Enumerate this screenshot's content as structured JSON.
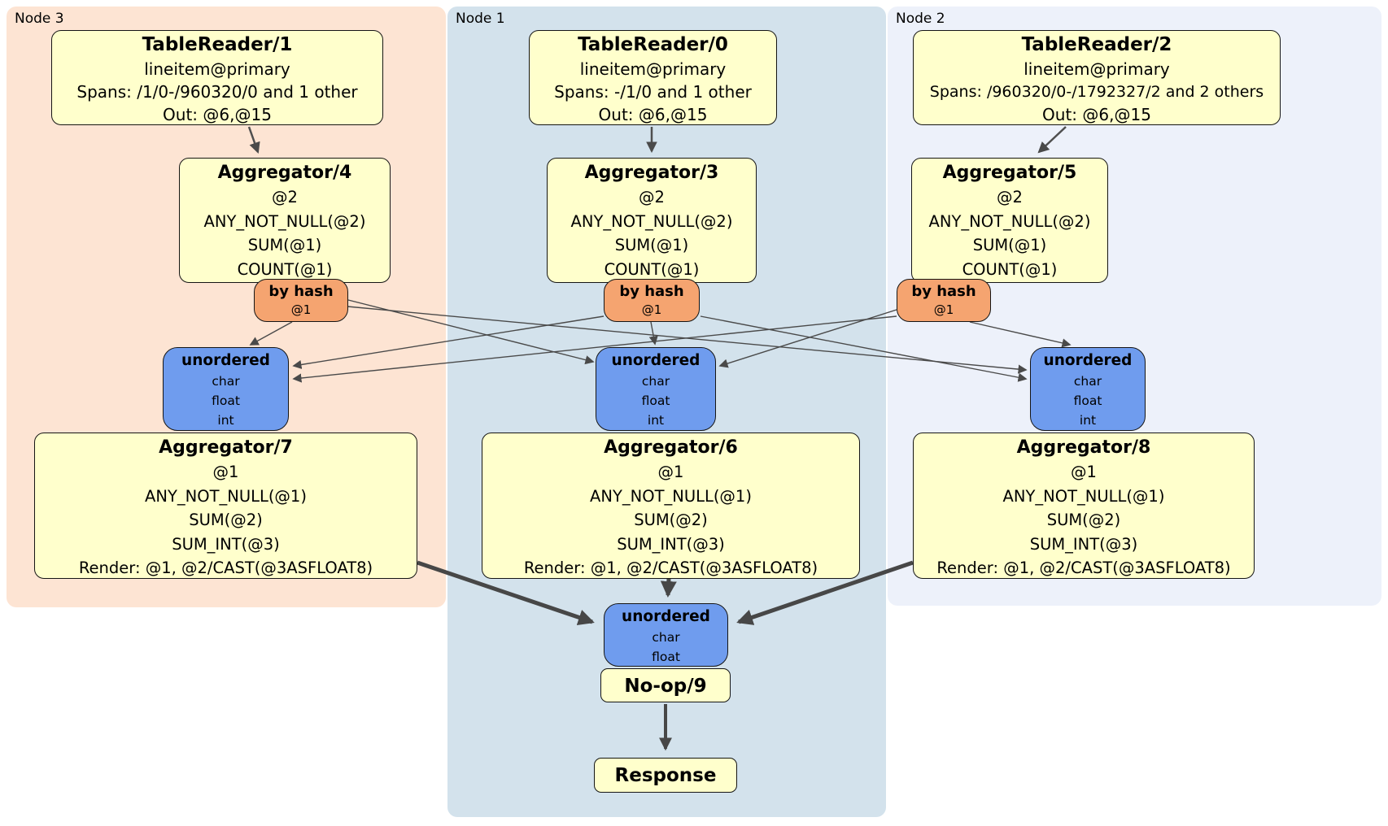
{
  "colors": {
    "node3_panel": "#fde4d3",
    "node1_panel": "#d3e2ec",
    "node2_panel": "#edf1fa",
    "processor_box": "#ffffcc",
    "router_box": "#f5a470",
    "sync_box": "#6f9cee",
    "edge": "#4a4a4a",
    "text": "#000000"
  },
  "panels": [
    {
      "label": "Node 3"
    },
    {
      "label": "Node 1"
    },
    {
      "label": "Node 2"
    }
  ],
  "nodes": {
    "tablereader1": {
      "title": "TableReader/1",
      "lines": [
        "lineitem@primary",
        "Spans: /1/0-/960320/0 and 1 other",
        "Out: @6,@15"
      ]
    },
    "tablereader0": {
      "title": "TableReader/0",
      "lines": [
        "lineitem@primary",
        "Spans: -/1/0 and 1 other",
        "Out: @6,@15"
      ]
    },
    "tablereader2": {
      "title": "TableReader/2",
      "lines": [
        "lineitem@primary",
        "Spans: /960320/0-/1792327/2 and 2 others",
        "Out: @6,@15"
      ]
    },
    "aggregator4": {
      "title": "Aggregator/4",
      "lines": [
        "@2",
        "ANY_NOT_NULL(@2)",
        "SUM(@1)",
        "COUNT(@1)"
      ]
    },
    "aggregator3": {
      "title": "Aggregator/3",
      "lines": [
        "@2",
        "ANY_NOT_NULL(@2)",
        "SUM(@1)",
        "COUNT(@1)"
      ]
    },
    "aggregator5": {
      "title": "Aggregator/5",
      "lines": [
        "@2",
        "ANY_NOT_NULL(@2)",
        "SUM(@1)",
        "COUNT(@1)"
      ]
    },
    "aggregator7": {
      "title": "Aggregator/7",
      "lines": [
        "@1",
        "ANY_NOT_NULL(@1)",
        "SUM(@2)",
        "SUM_INT(@3)",
        "Render: @1, @2/CAST(@3ASFLOAT8)"
      ]
    },
    "aggregator6": {
      "title": "Aggregator/6",
      "lines": [
        "@1",
        "ANY_NOT_NULL(@1)",
        "SUM(@2)",
        "SUM_INT(@3)",
        "Render: @1, @2/CAST(@3ASFLOAT8)"
      ]
    },
    "aggregator8": {
      "title": "Aggregator/8",
      "lines": [
        "@1",
        "ANY_NOT_NULL(@1)",
        "SUM(@2)",
        "SUM_INT(@3)",
        "Render: @1, @2/CAST(@3ASFLOAT8)"
      ]
    },
    "noop9": {
      "title": "No-op/9"
    },
    "response": {
      "title": "Response"
    }
  },
  "routers": [
    {
      "label": "by hash",
      "detail": "@1"
    },
    {
      "label": "by hash",
      "detail": "@1"
    },
    {
      "label": "by hash",
      "detail": "@1"
    }
  ],
  "syncs": [
    {
      "label": "unordered",
      "types": [
        "char",
        "float",
        "int"
      ]
    },
    {
      "label": "unordered",
      "types": [
        "char",
        "float",
        "int"
      ]
    },
    {
      "label": "unordered",
      "types": [
        "char",
        "float",
        "int"
      ]
    },
    {
      "label": "unordered",
      "types": [
        "char",
        "float"
      ]
    }
  ],
  "edges": [
    {
      "from": "TableReader/1",
      "to": "Aggregator/4"
    },
    {
      "from": "TableReader/0",
      "to": "Aggregator/3"
    },
    {
      "from": "TableReader/2",
      "to": "Aggregator/5"
    },
    {
      "from": "by hash (Node 3)",
      "to": "unordered (Node 3)"
    },
    {
      "from": "by hash (Node 3)",
      "to": "unordered (Node 1)"
    },
    {
      "from": "by hash (Node 3)",
      "to": "unordered (Node 2)"
    },
    {
      "from": "by hash (Node 1)",
      "to": "unordered (Node 3)"
    },
    {
      "from": "by hash (Node 1)",
      "to": "unordered (Node 1)"
    },
    {
      "from": "by hash (Node 1)",
      "to": "unordered (Node 2)"
    },
    {
      "from": "by hash (Node 2)",
      "to": "unordered (Node 3)"
    },
    {
      "from": "by hash (Node 2)",
      "to": "unordered (Node 1)"
    },
    {
      "from": "by hash (Node 2)",
      "to": "unordered (Node 2)"
    },
    {
      "from": "Aggregator/7",
      "to": "unordered (final)"
    },
    {
      "from": "Aggregator/6",
      "to": "unordered (final)"
    },
    {
      "from": "Aggregator/8",
      "to": "unordered (final)"
    },
    {
      "from": "unordered (final)",
      "to": "No-op/9"
    },
    {
      "from": "No-op/9",
      "to": "Response"
    }
  ]
}
